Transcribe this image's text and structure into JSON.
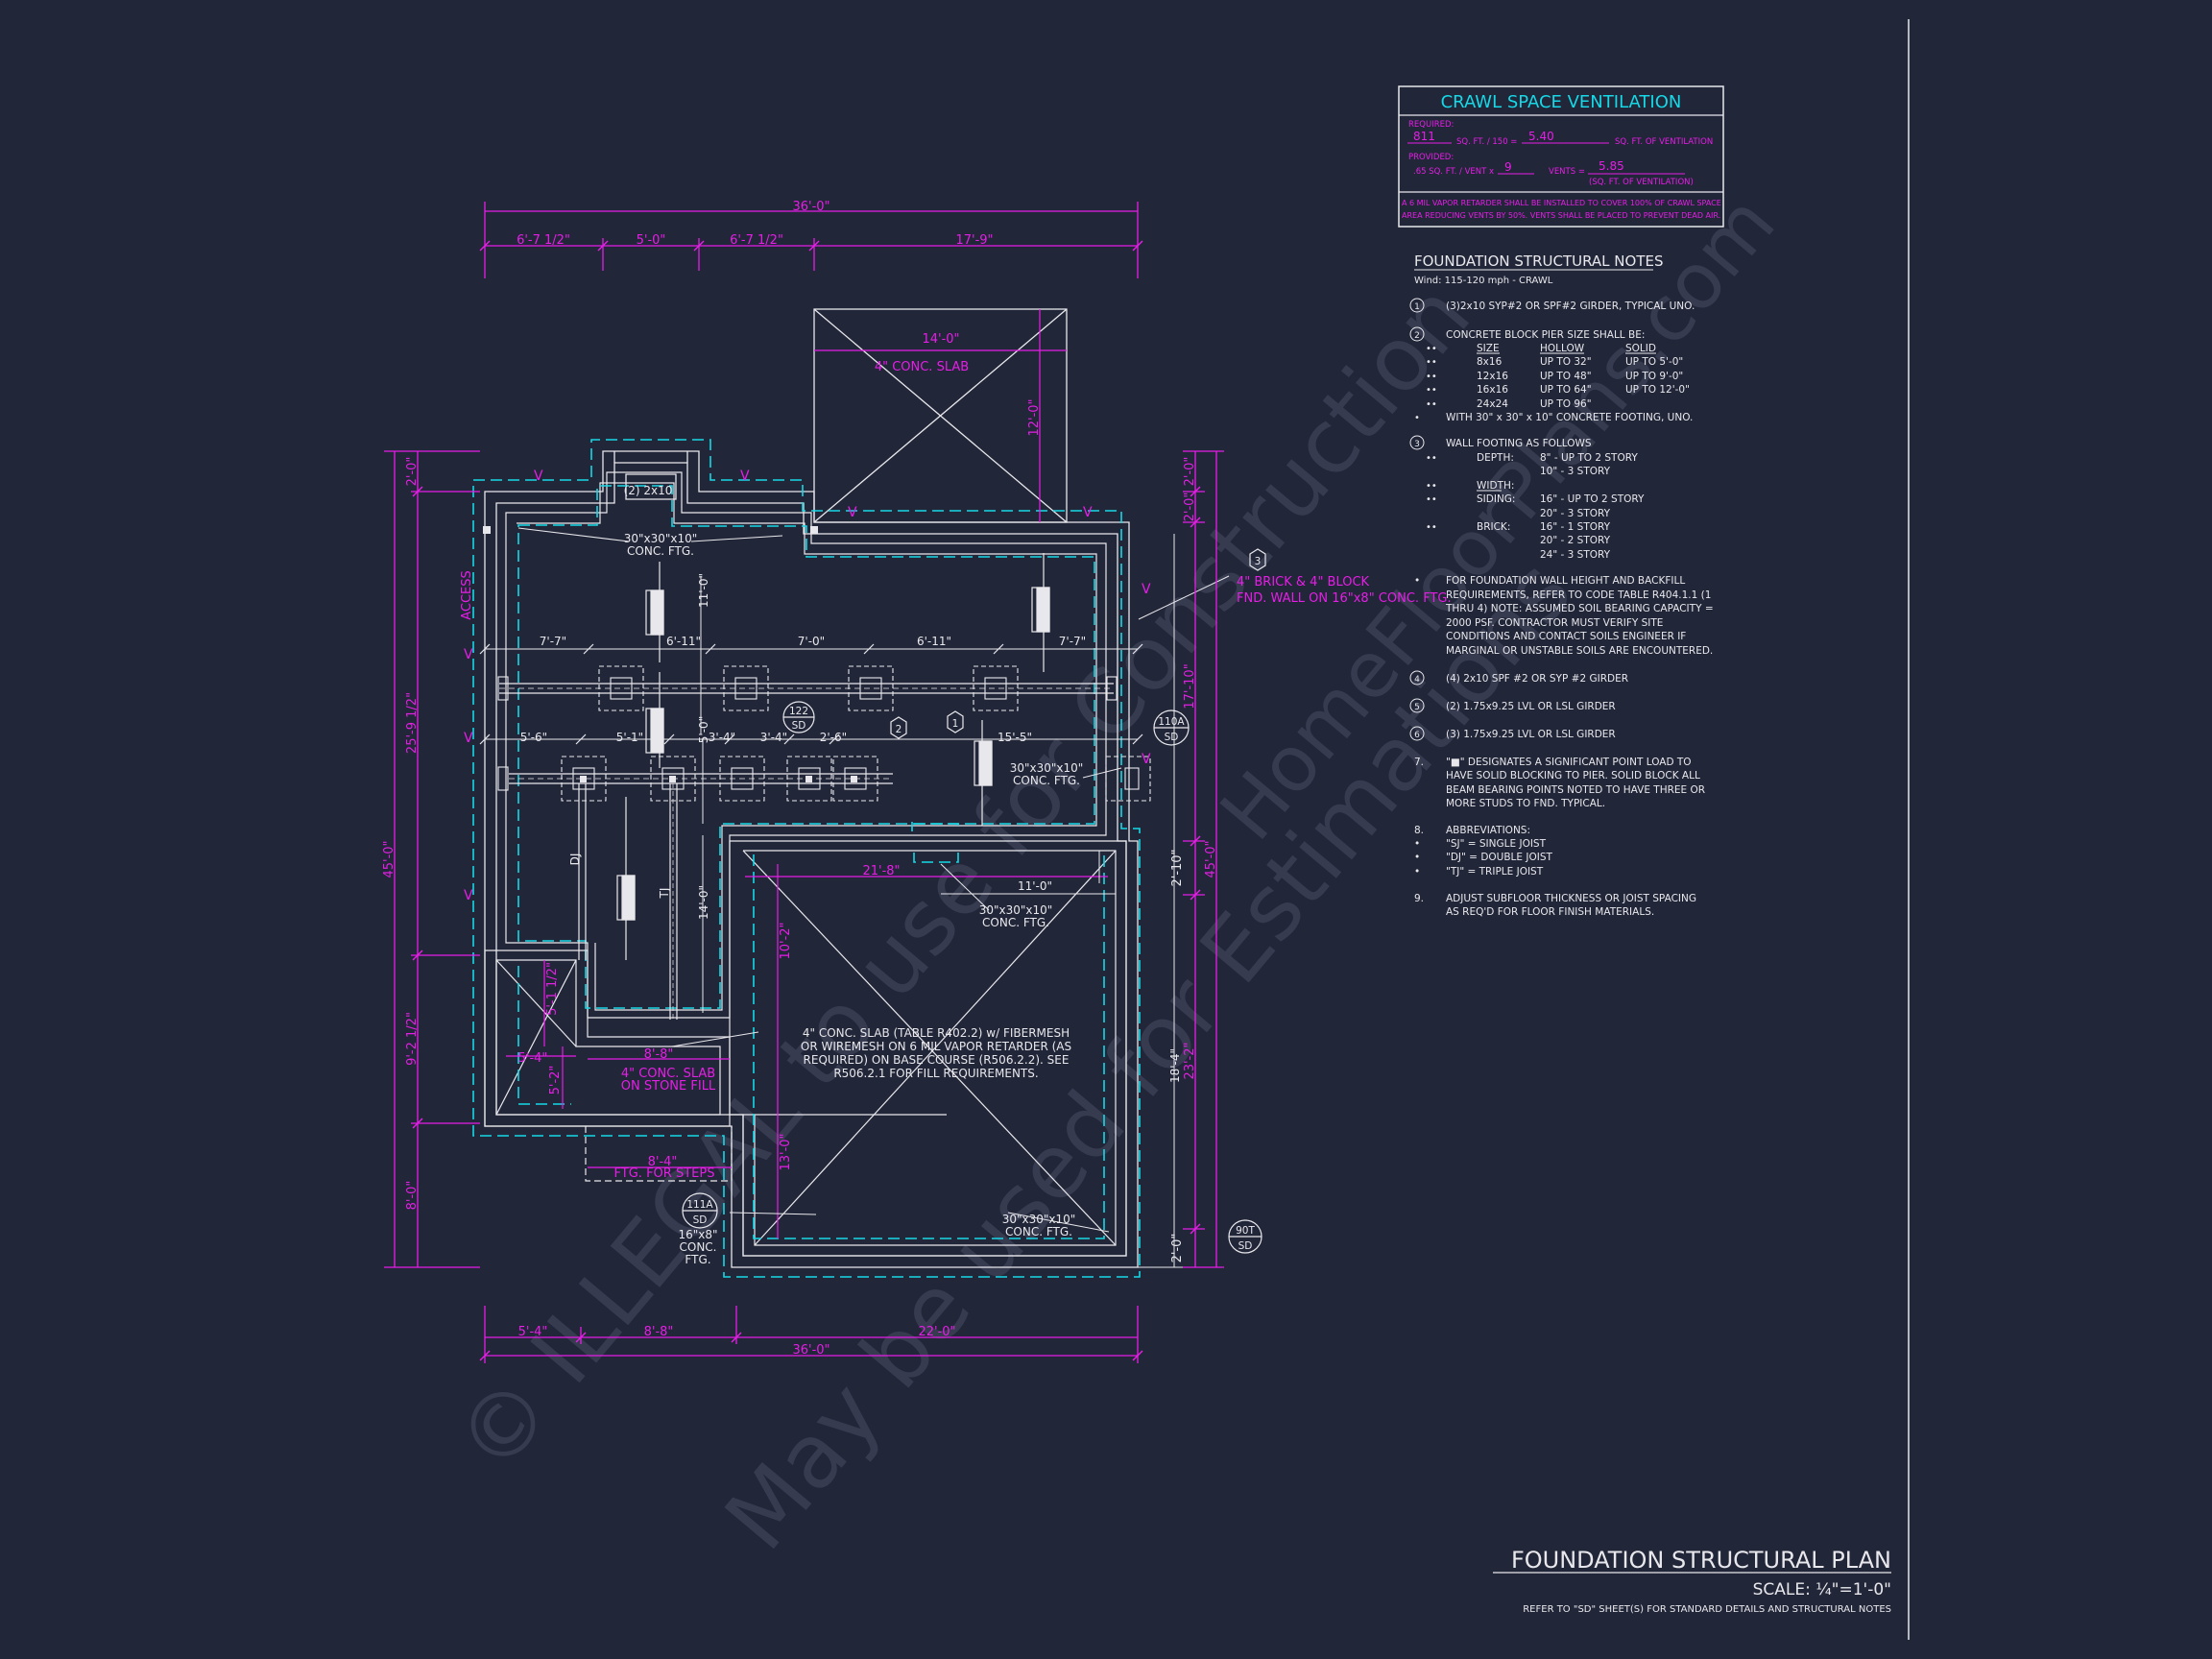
{
  "colors": {
    "background": "#222639",
    "magenta": "#e61ee6",
    "cyan": "#16d8e6",
    "white": "#e8e8ec",
    "grey": "#9aa0b4",
    "watermark": "#3a3f55"
  },
  "vent_table": {
    "title": "CRAWL SPACE VENTILATION",
    "required_label": "REQUIRED:",
    "required_value": "811",
    "required_formula": "SQ. FT. / 150 =",
    "required_result": "5.40",
    "required_unit": "SQ. FT. OF VENTILATION",
    "provided_label": "PROVIDED:",
    "provided_formula": ".65 SQ. FT. / VENT x",
    "provided_vents": "9",
    "provided_vents_label": "VENTS =",
    "provided_result": "5.85",
    "provided_unit": "(SQ. FT. OF VENTILATION)",
    "note_line1": "A 6 MIL VAPOR RETARDER SHALL BE INSTALLED TO COVER 100% OF CRAWL SPACE",
    "note_line2": "AREA REDUCING VENTS BY 50%. VENTS SHALL BE PLACED TO PREVENT DEAD AIR."
  },
  "notes": {
    "title": "FOUNDATION STRUCTURAL NOTES",
    "wind": "Wind: 115-120 mph - CRAWL",
    "items": [
      {
        "num": "1",
        "text": "(3)2x10 SYP#2 OR SPF#2 GIRDER, TYPICAL UNO."
      },
      {
        "num": "2",
        "text": "CONCRETE BLOCK PIER SIZE SHALL BE:"
      }
    ],
    "pier_header": {
      "size": "SIZE",
      "hollow": "HOLLOW",
      "solid": "SOLID"
    },
    "pier_rows": [
      {
        "size": "8x16",
        "hollow": "UP TO 32\"",
        "solid": "UP TO 5'-0\""
      },
      {
        "size": "12x16",
        "hollow": "UP TO 48\"",
        "solid": "UP TO 9'-0\""
      },
      {
        "size": "16x16",
        "hollow": "UP TO 64\"",
        "solid": "UP TO 12'-0\""
      },
      {
        "size": "24x24",
        "hollow": "UP TO 96\"",
        "solid": ""
      }
    ],
    "pier_footing": "WITH 30\" x 30\" x 10\" CONCRETE FOOTING, UNO.",
    "wall_footing_title": "WALL FOOTING AS FOLLOWS",
    "depth_label": "DEPTH:",
    "depth_1": "8\" - UP TO 2 STORY",
    "depth_2": "10\" - 3 STORY",
    "width_label": "WIDTH:",
    "siding_label": "SIDING:",
    "siding_1": "16\" - UP TO 2 STORY",
    "siding_2": "20\" - 3 STORY",
    "brick_label": "BRICK:",
    "brick_1": "16\" - 1 STORY",
    "brick_2": "20\" - 2 STORY",
    "brick_3": "24\" - 3 STORY",
    "backfill": [
      "FOR FOUNDATION WALL HEIGHT AND BACKFILL",
      "REQUIREMENTS, REFER TO CODE TABLE R404.1.1 (1",
      "THRU 4) NOTE: ASSUMED SOIL BEARING CAPACITY =",
      "2000 PSF. CONTRACTOR MUST VERIFY SITE",
      "CONDITIONS AND CONTACT SOILS ENGINEER IF",
      "MARGINAL OR UNSTABLE SOILS ARE ENCOUNTERED."
    ],
    "n4": "(4) 2x10 SPF #2 OR SYP #2 GIRDER",
    "n5": "(2) 1.75x9.25 LVL OR LSL GIRDER",
    "n6": "(3) 1.75x9.25 LVL OR LSL GIRDER",
    "n7": [
      "\"■\" DESIGNATES A SIGNIFICANT POINT LOAD TO",
      "HAVE SOLID BLOCKING TO  PIER. SOLID BLOCK ALL",
      "BEAM BEARING POINTS NOTED TO HAVE THREE OR",
      "MORE STUDS TO FND. TYPICAL."
    ],
    "n8_title": "ABBREVIATIONS:",
    "n8": [
      "\"SJ\" = SINGLE JOIST",
      "\"DJ\" = DOUBLE JOIST",
      "\"TJ\" = TRIPLE JOIST"
    ],
    "n9": [
      "ADJUST SUBFLOOR THICKNESS OR JOIST SPACING",
      "AS REQ'D FOR FLOOR FINISH MATERIALS."
    ]
  },
  "title_block": {
    "title": "FOUNDATION STRUCTURAL PLAN",
    "scale": "SCALE: ¼\"=1'-0\"",
    "refer": "REFER TO \"SD\" SHEET(S) FOR STANDARD DETAILS AND STRUCTURAL NOTES"
  },
  "watermark": {
    "line1": "© ILLEGAL to use for Construction",
    "line2": "May be used for Estimations",
    "line3": "HomeFloorPlans.com"
  },
  "dims": {
    "top_overall": "36'-0\"",
    "top_1": "6'-7 1/2\"",
    "top_2": "5'-0\"",
    "top_3": "6'-7 1/2\"",
    "top_4": "17'-9\"",
    "bottom_overall": "36'-0\"",
    "bottom_1": "5'-4\"",
    "bottom_2": "8'-8\"",
    "bottom_3": "22'-0\"",
    "left_overall": "45'-0\"",
    "left_1": "2'-0\"",
    "left_2": "25'-9 1/2\"",
    "left_3": "9'-2 1/2\"",
    "left_4": "8'-0\"",
    "right_overall": "45'-0\"",
    "right_1": "2'-0\"",
    "right_2": "2'-0\"",
    "right_3": "17'-10\"",
    "right_4": "2'-10\"",
    "right_5": "23'-2\"",
    "right_6": "2'-0\"",
    "slab_w": "14'-0\"",
    "slab_h": "12'-0\"",
    "row1_a": "7'-7\"",
    "row1_b": "6'-11\"",
    "row1_c": "7'-0\"",
    "row1_d": "6'-11\"",
    "row1_e": "7'-7\"",
    "row2_a": "5'-6\"",
    "row2_b": "5'-1\"",
    "row2_c": "3'-4\"",
    "row2_d": "3'-4\"",
    "row2_e": "2'-6\"",
    "row2_f": "15'-5\"",
    "v_11": "11'-0\"",
    "v_5": "5'-0\"",
    "v_14": "14'-0\"",
    "v_10_2": "10'-2\"",
    "v_13": "13'-0\"",
    "v_18_4": "18'-4\"",
    "h_21_8": "21'-8\"",
    "h_11": "11'-0\"",
    "stoop_v": "5'-1 1/2\"",
    "stoop_v2": "5'-2\"",
    "stoop_h": "5'-4\"",
    "stoop_h2": "8'-8\"",
    "steps_dim": "8'-4\""
  },
  "labels": {
    "conc_slab_porch": "4\" CONC. SLAB",
    "two_2x10": "(2) 2x10",
    "ftg_top_1": "30\"x30\"x10\"",
    "ftg_top_2": "CONC. FTG.",
    "access": "ACCESS",
    "brick_wall_1": "4\" BRICK & 4\" BLOCK",
    "brick_wall_2": "FND. WALL ON 16\"x8\" CONC. FTG.",
    "tag3": "3",
    "tag_1": "1",
    "tag_2": "2",
    "sec_122_top": "122",
    "sec_122_bot": "SD",
    "sec_110a_top": "110A",
    "sec_110a_bot": "SD",
    "sec_111a_top": "111A",
    "sec_111a_bot": "SD",
    "sec_90t_top": "90T",
    "sec_90t_bot": "SD",
    "ftg_mid_1": "30\"x30\"x10\"",
    "ftg_mid_2": "CONC. FTG.",
    "ftg_low_1": "30\"x30\"x10\"",
    "ftg_low_2": "CONC. FTG.",
    "ftg_corner_1": "30\"x30\"x10\"",
    "ftg_corner_2": "CONC. FTG.",
    "dj": "DJ",
    "tj": "TJ",
    "slab_1": "4\" CONC. SLAB (TABLE R402.2) w/ FIBERMESH",
    "slab_2": "OR WIREMESH ON 6 MIL VAPOR RETARDER (AS",
    "slab_3": "REQUIRED) ON BASE COURSE (R506.2.2). SEE",
    "slab_4": "R506.2.1 FOR FILL REQUIREMENTS.",
    "stoop_1": "4\" CONC. SLAB",
    "stoop_2": "ON STONE FILL",
    "steps": "FTG. FOR STEPS",
    "ftg16_1": "16\"x8\"",
    "ftg16_2": "CONC.",
    "ftg16_3": "FTG.",
    "vent": "V"
  }
}
